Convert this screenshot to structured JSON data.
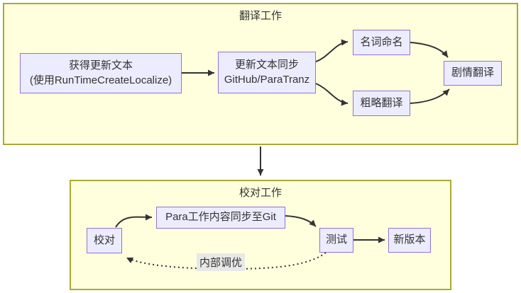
{
  "diagram": {
    "clusters": {
      "translation": {
        "title": "翻译工作"
      },
      "proofread": {
        "title": "校对工作"
      }
    },
    "nodes": {
      "get_text": {
        "line1": "获得更新文本",
        "line2": "(使用RunTimeCreateLocalize)"
      },
      "sync_text": {
        "line1": "更新文本同步",
        "line2": "GitHub/ParaTranz"
      },
      "naming": {
        "label": "名词命名"
      },
      "rough": {
        "label": "粗略翻译"
      },
      "story": {
        "label": "剧情翻译"
      },
      "proofread": {
        "label": "校对"
      },
      "para_sync": {
        "label": "Para工作内容同步至Git"
      },
      "test": {
        "label": "测试"
      },
      "new_version": {
        "label": "新版本"
      }
    },
    "edge_labels": {
      "internal_tuning": "内部调优"
    },
    "colors": {
      "cluster_fill": "#ffffde",
      "cluster_border": "#aaaa33",
      "node_fill": "#ececff",
      "node_border": "#9370db",
      "edge": "#333333",
      "text": "#333333",
      "edge_label_bg": "#e8e8e8"
    }
  }
}
